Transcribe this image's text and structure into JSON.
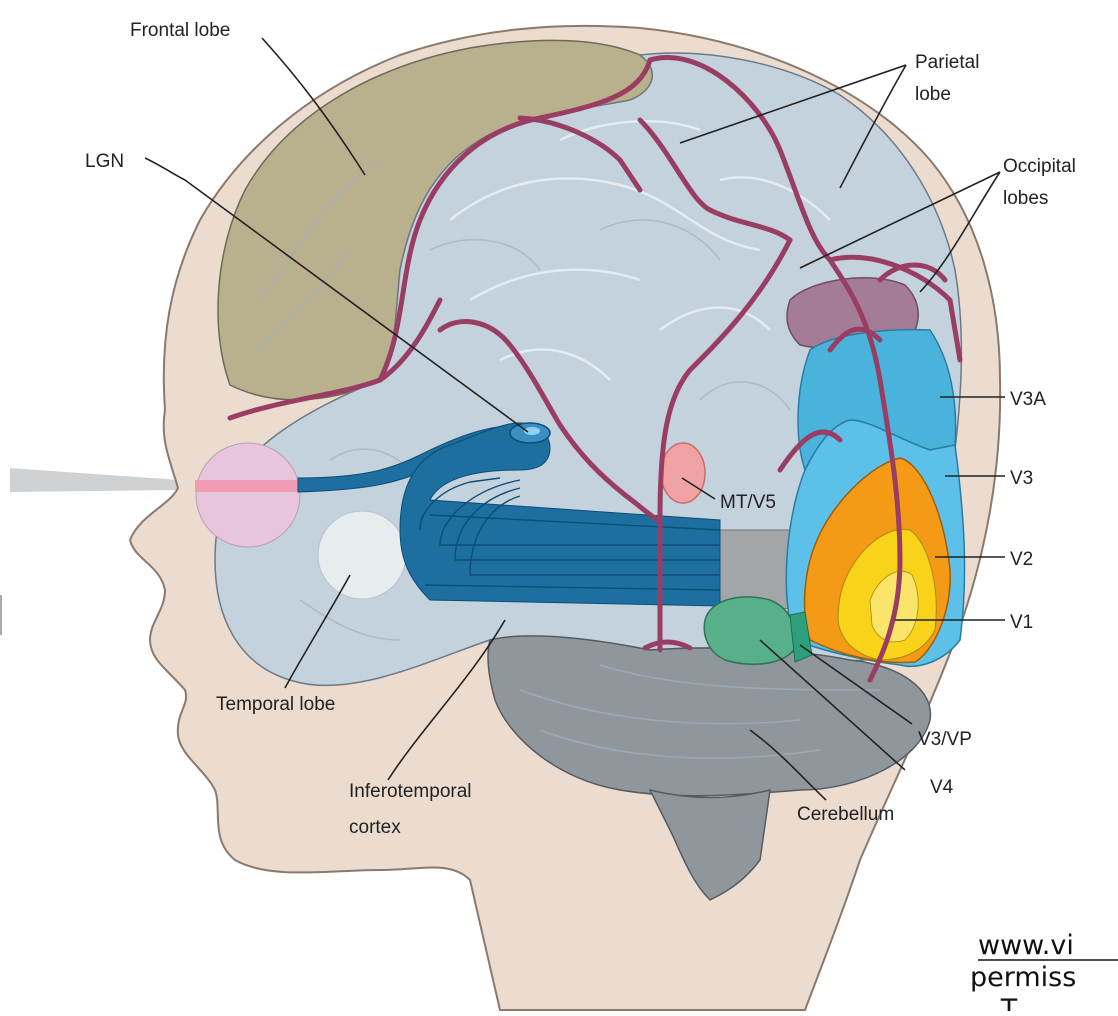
{
  "labels": {
    "frontal_lobe": "Frontal lobe",
    "lgn": "LGN",
    "parietal_lobe_1": "Parietal",
    "parietal_lobe_2": "lobe",
    "occipital_lobes_1": "Occipital",
    "occipital_lobes_2": "lobes",
    "v3a": "V3A",
    "v3": "V3",
    "mt_v5": "MT/V5",
    "v2": "V2",
    "v1": "V1",
    "temporal_lobe": "Temporal lobe",
    "v3_vp": "V3/VP",
    "inferotemporal_1": "Inferotemporal",
    "inferotemporal_2": "cortex",
    "v4": "V4",
    "cerebellum": "Cerebellum"
  },
  "footer": {
    "line1": "www.vi",
    "line2": "permiss",
    "line3": "  ...T..."
  },
  "colors": {
    "head_skin": "#ecdccf",
    "frontal": "#b9b08d",
    "brain": "#c4d2de",
    "vessel": "#9a3d62",
    "optic_tract": "#1d6f9f",
    "lgn": "#3a8ec1",
    "eye": "#e7c6dd",
    "mt_v5": "#f1a3a3",
    "v3a_purple": "#a57c98",
    "v3a": "#4ab3dc",
    "v3": "#5cc0e8",
    "v2": "#f59a17",
    "v1": "#f8d31a",
    "v4": "#58b08b",
    "cerebellum": "#8f979c",
    "gray_region": "#a3a6a8",
    "temporal_pale": "#e7ecef"
  }
}
